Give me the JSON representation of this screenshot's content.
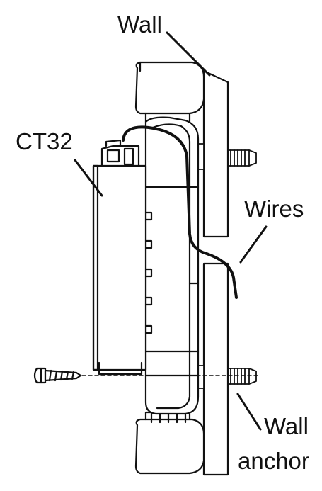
{
  "labels": {
    "wall": "Wall",
    "device": "CT32",
    "wires": "Wires",
    "wall_anchor_line1": "Wall",
    "wall_anchor_line2": "anchor"
  },
  "colors": {
    "line": "#111111",
    "background": "#ffffff"
  }
}
